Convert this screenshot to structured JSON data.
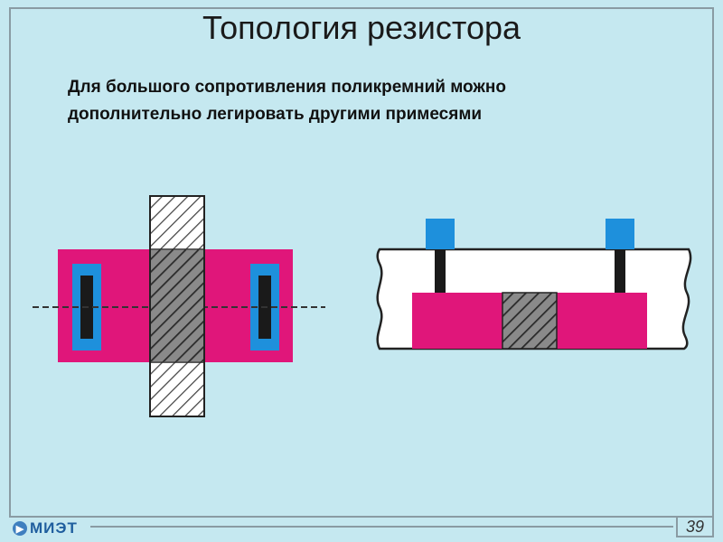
{
  "slide": {
    "title": "Топология резистора",
    "subtitle_line1": "Для большого сопротивления поликремний можно",
    "subtitle_line2": "дополнительно легировать другими примесями",
    "page_number": "39"
  },
  "footer": {
    "logo_text": "МИЭТ",
    "logo_icon": "circle-logo-icon"
  },
  "colors": {
    "background": "#c5e8f0",
    "diffusion": "#e0167a",
    "contact_outer": "#1e90dc",
    "contact_inner": "#1a1a1a",
    "poly_hatch": "#555555",
    "frame": "#8a9ba3"
  }
}
